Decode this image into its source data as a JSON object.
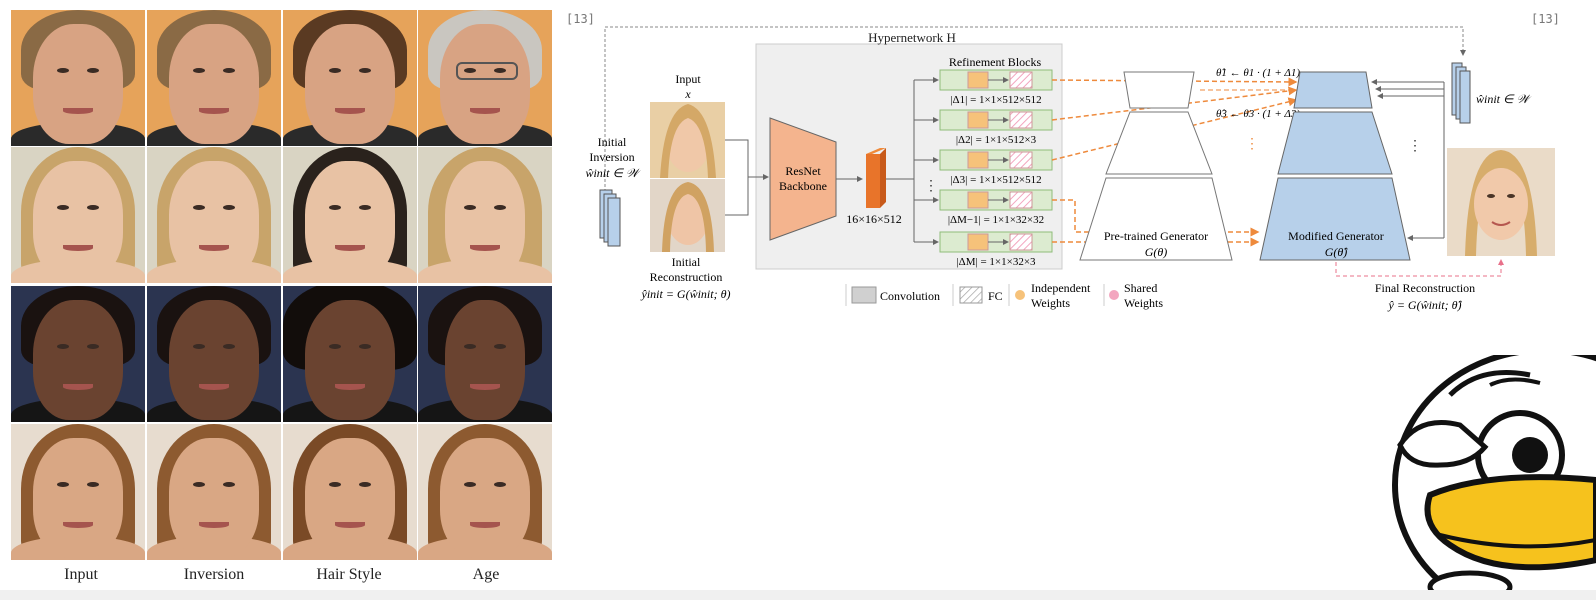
{
  "reference_marks": {
    "left": "[13]",
    "right": "[13]"
  },
  "face_grid": {
    "column_labels": [
      "Input",
      "Inversion",
      "Hair Style",
      "Age"
    ],
    "rows": [
      {
        "bg": "#e6a35a",
        "skin": "#d8a383",
        "hair": "#8a6a45",
        "alt_hair": [
          "#8a6a45",
          "#8a6a45",
          "#5a3a22",
          "#c9c6c0"
        ]
      },
      {
        "bg": "#d9d4c3",
        "skin": "#e8c2a4",
        "hair": "#c8a46a",
        "alt_hair": [
          "#c8a46a",
          "#c8a46a",
          "#2a221c",
          "#c8a46a"
        ]
      },
      {
        "bg": "#2b3450",
        "skin": "#6a4330",
        "hair": "#1a1210",
        "alt_hair": [
          "#1a1210",
          "#1a1210",
          "#120d0b",
          "#1a1210"
        ]
      },
      {
        "bg": "#e7dccf",
        "skin": "#d9a784",
        "hair": "#8d5a30",
        "alt_hair": [
          "#8d5a30",
          "#8d5a30",
          "#7a4a26",
          "#8d5a30"
        ]
      }
    ]
  },
  "diagram": {
    "hypernetwork_title": "Hypernetwork H",
    "refinement_title": "Refinement Blocks",
    "input_label": "Input",
    "input_var": "x",
    "initial_inversion_line1": "Initial",
    "initial_inversion_line2": "Inversion",
    "initial_inversion_eq": "ŵinit ∈ 𝒲",
    "initial_recon_line1": "Initial",
    "initial_recon_line2": "Reconstruction",
    "initial_recon_eq": "ŷinit = G(ŵinit; θ)",
    "backbone_line1": "ResNet",
    "backbone_line2": "Backbone",
    "feature_dim": "16×16×512",
    "delta_labels": [
      "|Δ1| = 1×1×512×512",
      "|Δ2| = 1×1×512×3",
      "|Δ3| = 1×1×512×512",
      "|ΔM−1| = 1×1×32×32",
      "|ΔM| = 1×1×32×3"
    ],
    "theta1_eq": "θ̂1 ← θ1 · (1 + Δ1)",
    "theta3_eq": "θ̂3 ← θ3 · (1 + Δ3)",
    "pretrained_label": "Pre-trained Generator",
    "pretrained_eq": "G(θ)",
    "modified_label": "Modified Generator",
    "modified_eq": "G(θ̂)",
    "w_right_eq": "ŵinit ∈ 𝒲",
    "final_recon_label": "Final Reconstruction",
    "final_recon_eq": "ŷ = G(ŵinit; θ̂)",
    "legend": {
      "conv": "Convolution",
      "fc": "FC",
      "indep1": "Independent",
      "indep2": "Weights",
      "shared1": "Shared",
      "shared2": "Weights"
    },
    "colors": {
      "backbone": "#f4b48e",
      "block_bg": "#dcebd0",
      "block_border": "#8fbc7a",
      "indep": "#f6c27a",
      "shared": "#f3a6bf",
      "generator_blue": "#b7d0ea",
      "arrow_orange": "#ee8a3c",
      "arrow_pink": "#e8708a",
      "panel": "#efefef"
    }
  }
}
